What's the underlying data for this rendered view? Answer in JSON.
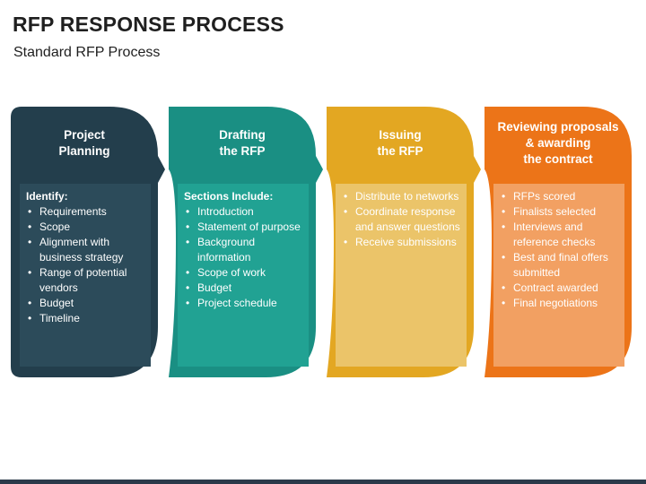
{
  "title": "RFP RESPONSE PROCESS",
  "subtitle": "Standard RFP Process",
  "colors": {
    "stage1": "#233e4c",
    "stage1_panel": "#2c4b5a",
    "stage2": "#1a8f83",
    "stage2_panel": "#21a293",
    "stage3": "#e3a722",
    "stage3_panel": "#ebc469",
    "stage4": "#ec7418",
    "stage4_panel": "#f2a062",
    "footer": "#2b3a4a"
  },
  "stages": [
    {
      "title": "Project\nPlanning",
      "heading": "Identify:",
      "items": [
        "Requirements",
        "Scope",
        "Alignment with business strategy",
        "Range of potential vendors",
        "Budget",
        "Timeline"
      ]
    },
    {
      "title": "Drafting\nthe RFP",
      "heading": "Sections Include:",
      "items": [
        "Introduction",
        "Statement of purpose",
        "Background information",
        "Scope of work",
        "Budget",
        "Project schedule"
      ]
    },
    {
      "title": "Issuing\nthe RFP",
      "heading": "",
      "items": [
        "Distribute to networks",
        "Coordinate response and answer questions",
        "Receive submissions"
      ]
    },
    {
      "title": "Reviewing proposals\n& awarding\nthe contract",
      "heading": "",
      "items": [
        "RFPs scored",
        "Finalists selected",
        "Interviews and reference checks",
        "Best and final offers submitted",
        "Contract awarded",
        "Final negotiations"
      ]
    }
  ]
}
